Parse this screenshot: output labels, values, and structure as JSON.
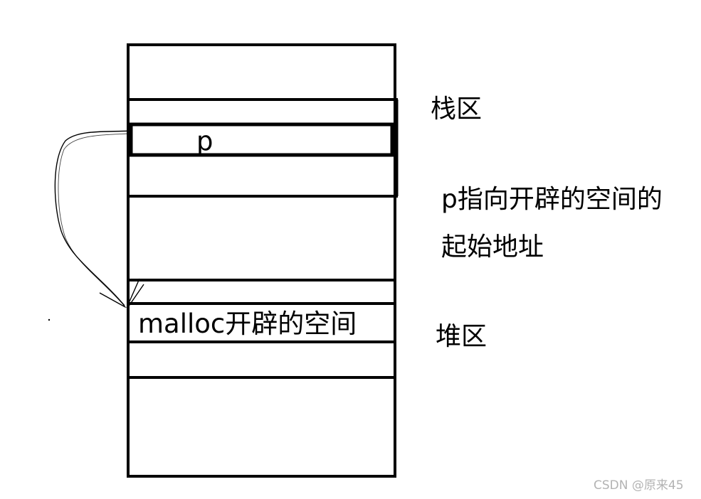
{
  "cells": {
    "pointer": "p",
    "heap_block": "malloc开辟的空间"
  },
  "labels": {
    "stack_region": "栈区",
    "description_line1": "p指向开辟的空间的",
    "description_line2": "起始地址",
    "heap_region": "堆区"
  },
  "watermark": "CSDN @原来45",
  "colors": {
    "stroke": "#000000",
    "background": "#ffffff",
    "watermark": "#b3b3b3"
  }
}
